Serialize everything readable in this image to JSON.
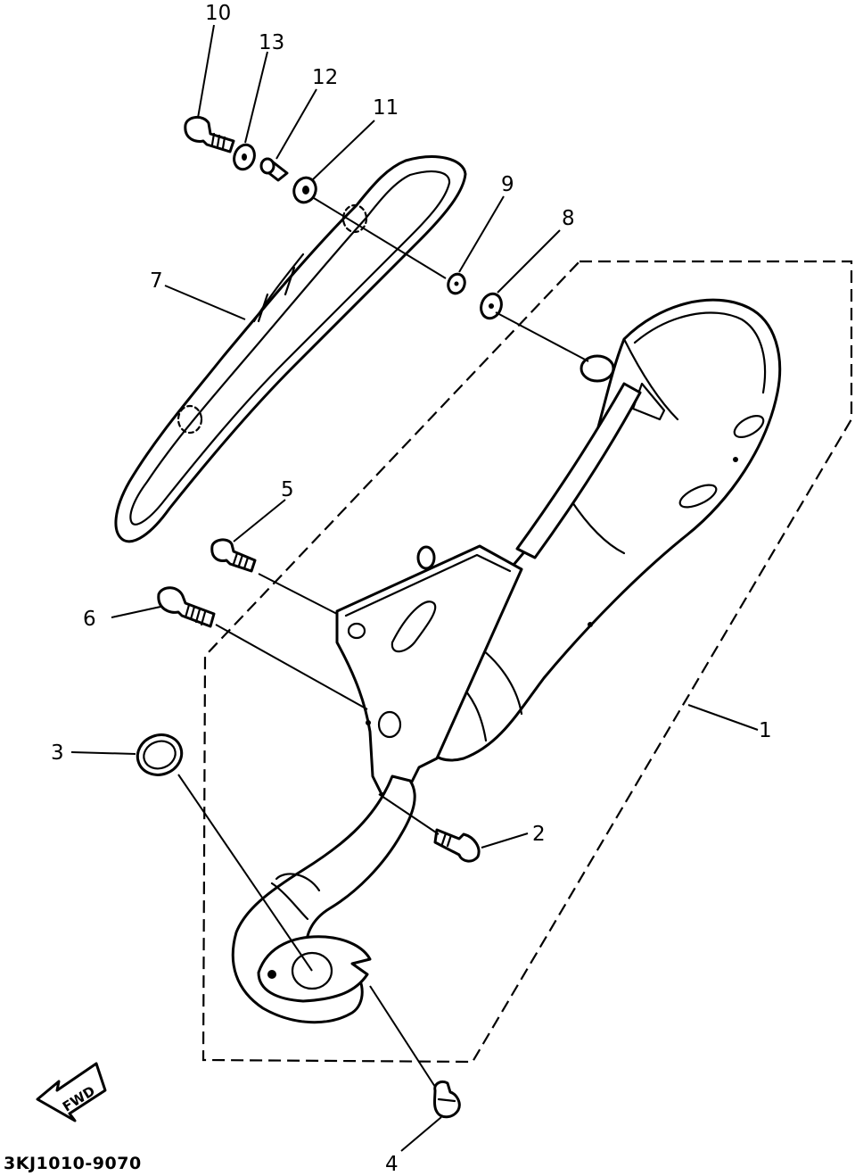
{
  "callouts": {
    "c1": "1",
    "c2": "2",
    "c3": "3",
    "c4": "4",
    "c5": "5",
    "c6": "6",
    "c7": "7",
    "c8": "8",
    "c9": "9",
    "c10": "10",
    "c11": "11",
    "c12": "12",
    "c13": "13"
  },
  "direction_label": "FWD",
  "diagram_code": "3KJ1010-9070"
}
